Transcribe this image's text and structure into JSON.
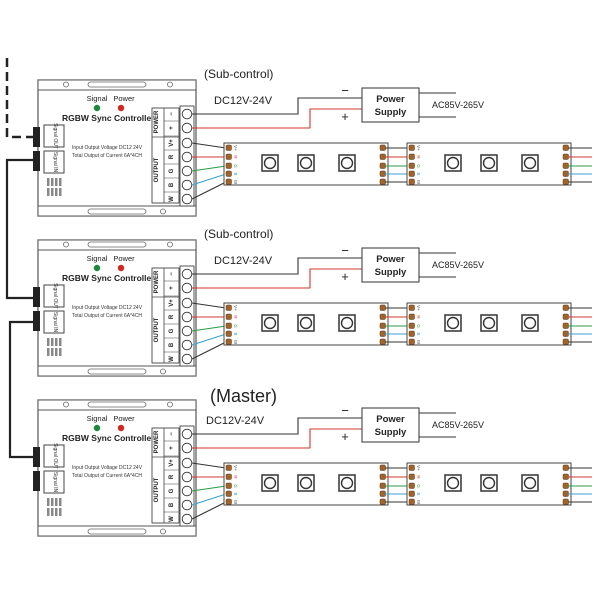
{
  "title": "RGBW Sync Controller wiring diagram",
  "colors": {
    "wire_black": "#333333",
    "wire_red": "#d23a2e",
    "wire_green": "#2a9a4a",
    "wire_blue": "#3aa0d0",
    "signal_led": "#1a8a3a",
    "power_led": "#d02a1e",
    "pad": "#a0642a"
  },
  "units": [
    {
      "role_label": "(Sub-control)",
      "dc_label": "DC12V-24V",
      "psu_label_line1": "Power",
      "psu_label_line2": "Supply",
      "ac_label": "AC85V-265V",
      "minus": "−",
      "plus": "+"
    },
    {
      "role_label": "(Sub-control)",
      "dc_label": "DC12V-24V",
      "psu_label_line1": "Power",
      "psu_label_line2": "Supply",
      "ac_label": "AC85V-265V",
      "minus": "−",
      "plus": "+"
    },
    {
      "role_label": "(Master)",
      "dc_label": "DC12V-24V",
      "psu_label_line1": "Power",
      "psu_label_line2": "Supply",
      "ac_label": "AC85V-265V",
      "minus": "−",
      "plus": "+"
    }
  ],
  "controller": {
    "signal_label": "Signal",
    "power_label": "Power",
    "name": "RGBW Sync Controller",
    "spec_line1": "Input Output Voltage DC12 24V",
    "spec_line2": "Total Output of Current 6A*4CH",
    "port_out_label": "Signal OUT",
    "port_in_label": "Signal IN",
    "power_group_label": "POWER",
    "output_group_label": "OUTPUT",
    "power_terminals": [
      "−",
      "+"
    ],
    "output_terminals": [
      "V+",
      "R",
      "G",
      "B",
      "W"
    ]
  },
  "strip": {
    "pin_labels": [
      "V+",
      "R",
      "G",
      "B",
      "W"
    ]
  }
}
